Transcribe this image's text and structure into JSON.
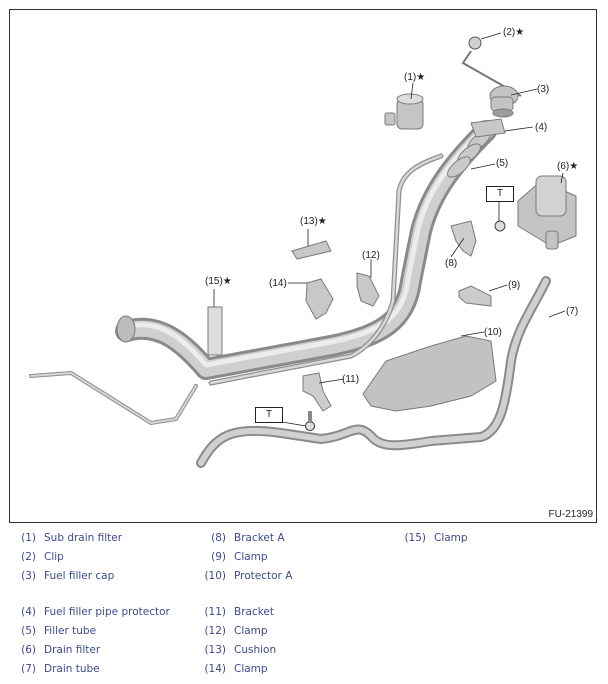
{
  "figure": {
    "id": "FU-21399",
    "callouts": [
      {
        "num": "(1)",
        "star": true
      },
      {
        "num": "(2)",
        "star": true
      },
      {
        "num": "(3)",
        "star": false
      },
      {
        "num": "(4)",
        "star": false
      },
      {
        "num": "(5)",
        "star": false
      },
      {
        "num": "(6)",
        "star": true
      },
      {
        "num": "(7)",
        "star": false
      },
      {
        "num": "(8)",
        "star": false
      },
      {
        "num": "(9)",
        "star": false
      },
      {
        "num": "(10)",
        "star": false
      },
      {
        "num": "(11)",
        "star": false
      },
      {
        "num": "(12)",
        "star": false
      },
      {
        "num": "(13)",
        "star": true
      },
      {
        "num": "(14)",
        "star": false
      },
      {
        "num": "(15)",
        "star": true
      }
    ],
    "torque_label": "T",
    "star_symbol": "★"
  },
  "legend": {
    "color": "#3d4a8f",
    "items": [
      {
        "num": "(1)",
        "label": "Sub drain filter"
      },
      {
        "num": "(2)",
        "label": "Clip"
      },
      {
        "num": "(3)",
        "label": "Fuel filler cap"
      },
      {
        "num": "(4)",
        "label": "Fuel filler pipe protector"
      },
      {
        "num": "(5)",
        "label": "Filler tube"
      },
      {
        "num": "(6)",
        "label": "Drain filter"
      },
      {
        "num": "(7)",
        "label": "Drain tube"
      },
      {
        "num": "(8)",
        "label": "Bracket A"
      },
      {
        "num": "(9)",
        "label": "Clamp"
      },
      {
        "num": "(10)",
        "label": "Protector A"
      },
      {
        "num": "(11)",
        "label": "Bracket"
      },
      {
        "num": "(12)",
        "label": "Clamp"
      },
      {
        "num": "(13)",
        "label": "Cushion"
      },
      {
        "num": "(14)",
        "label": "Clamp"
      },
      {
        "num": "(15)",
        "label": "Clamp"
      }
    ]
  }
}
